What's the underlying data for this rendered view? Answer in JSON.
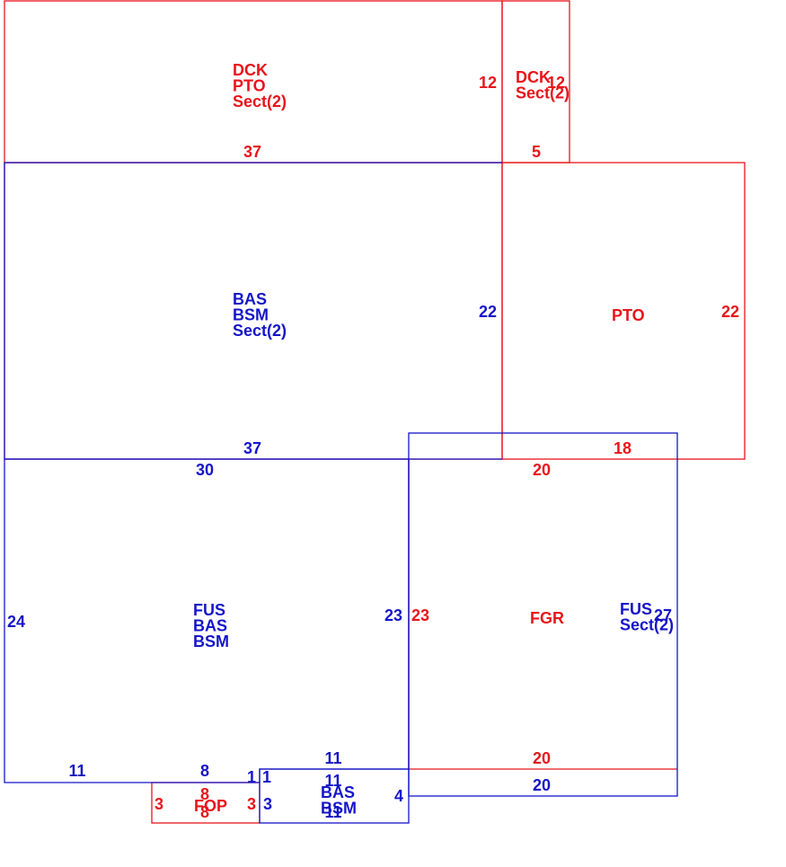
{
  "colors": {
    "red": "#e8151b",
    "blue": "#1515c8"
  },
  "areas": [
    {
      "id": "dck-pto-main",
      "color": "red",
      "lines": [
        "DCK",
        "PTO",
        "Sect(2)"
      ]
    },
    {
      "id": "dck-right",
      "color": "red",
      "lines": [
        "DCK",
        "Sect(2)"
      ]
    },
    {
      "id": "bas-bsm",
      "color": "blue",
      "lines": [
        "BAS",
        "BSM",
        "Sect(2)"
      ]
    },
    {
      "id": "pto",
      "color": "red",
      "lines": [
        "PTO"
      ]
    },
    {
      "id": "fus-bas-bsm",
      "color": "blue",
      "lines": [
        "FUS",
        "BAS",
        "BSM"
      ]
    },
    {
      "id": "fgr",
      "color": "red",
      "lines": [
        "FGR"
      ]
    },
    {
      "id": "fus-sect",
      "color": "blue",
      "lines": [
        "FUS",
        "Sect(2)"
      ]
    },
    {
      "id": "fop",
      "color": "red",
      "lines": [
        "FOP"
      ]
    },
    {
      "id": "bas-bsm-small",
      "color": "blue",
      "lines": [
        "BAS",
        "BSM"
      ]
    }
  ],
  "dimensions": [
    {
      "id": "dck-width",
      "color": "red",
      "value": "37"
    },
    {
      "id": "dck-height",
      "color": "red",
      "value": "12"
    },
    {
      "id": "dck-right-width",
      "color": "red",
      "value": "5"
    },
    {
      "id": "dck-right-height",
      "color": "red",
      "value": "12"
    },
    {
      "id": "bas-height",
      "color": "blue",
      "value": "22"
    },
    {
      "id": "bas-width",
      "color": "blue",
      "value": "37"
    },
    {
      "id": "pto-height",
      "color": "red",
      "value": "22"
    },
    {
      "id": "pto-width",
      "color": "red",
      "value": "18"
    },
    {
      "id": "fus-top",
      "color": "blue",
      "value": "30"
    },
    {
      "id": "fus-left",
      "color": "blue",
      "value": "24"
    },
    {
      "id": "fus-right",
      "color": "blue",
      "value": "23"
    },
    {
      "id": "fus-bottom-left",
      "color": "blue",
      "value": "11"
    },
    {
      "id": "fus-bottom-mid",
      "color": "blue",
      "value": "8"
    },
    {
      "id": "fus-step",
      "color": "blue",
      "value": "1"
    },
    {
      "id": "fgr-top",
      "color": "red",
      "value": "20"
    },
    {
      "id": "fgr-left",
      "color": "red",
      "value": "23"
    },
    {
      "id": "fgr-bottom",
      "color": "red",
      "value": "20"
    },
    {
      "id": "fus2-right",
      "color": "blue",
      "value": "27"
    },
    {
      "id": "fus2-bottom",
      "color": "blue",
      "value": "20"
    },
    {
      "id": "fop-left",
      "color": "red",
      "value": "3"
    },
    {
      "id": "fop-right",
      "color": "red",
      "value": "3"
    },
    {
      "id": "fop-top",
      "color": "red",
      "value": "8"
    },
    {
      "id": "fop-bottom",
      "color": "red",
      "value": "8"
    },
    {
      "id": "small-top-a",
      "color": "blue",
      "value": "11"
    },
    {
      "id": "small-top-b",
      "color": "blue",
      "value": "11"
    },
    {
      "id": "small-left-step",
      "color": "blue",
      "value": "1"
    },
    {
      "id": "small-left",
      "color": "blue",
      "value": "3"
    },
    {
      "id": "small-right",
      "color": "blue",
      "value": "4"
    },
    {
      "id": "small-bottom",
      "color": "blue",
      "value": "11"
    }
  ]
}
